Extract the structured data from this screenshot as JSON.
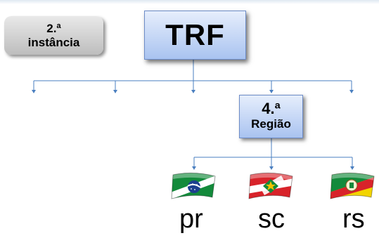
{
  "instance_box": {
    "line1": "2.ª",
    "line2": "instância"
  },
  "trf_box": {
    "label": "TRF"
  },
  "region_box": {
    "line1": "4.ª",
    "line2": "Região"
  },
  "states": [
    {
      "code": "pr",
      "flag": "parana-flag-icon"
    },
    {
      "code": "sc",
      "flag": "santa-catarina-flag-icon"
    },
    {
      "code": "rs",
      "flag": "rio-grande-do-sul-flag-icon"
    }
  ],
  "colors": {
    "connector": "#4a7fc0",
    "box_fill": "#c7d8f6",
    "box_border": "#6d8cc7"
  }
}
